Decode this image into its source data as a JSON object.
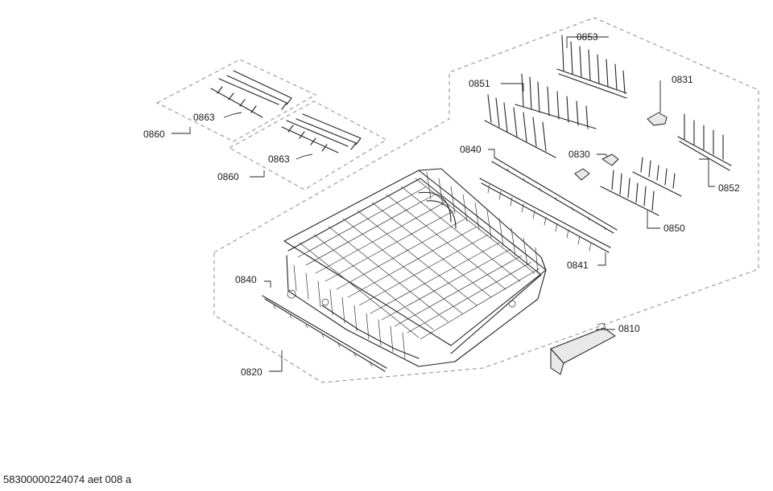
{
  "diagram": {
    "document_id": "58300000224074 aet 008 a",
    "parts": {
      "p0853": "0853",
      "p0851": "0851",
      "p0831": "0831",
      "p0840_top": "0840",
      "p0830": "0830",
      "p0852": "0852",
      "p0850": "0850",
      "p0841": "0841",
      "p0840_bottom": "0840",
      "p0820": "0820",
      "p0810": "0810",
      "p0860_a": "0860",
      "p0860_b": "0860",
      "p0863_a": "0863",
      "p0863_b": "0863"
    }
  }
}
